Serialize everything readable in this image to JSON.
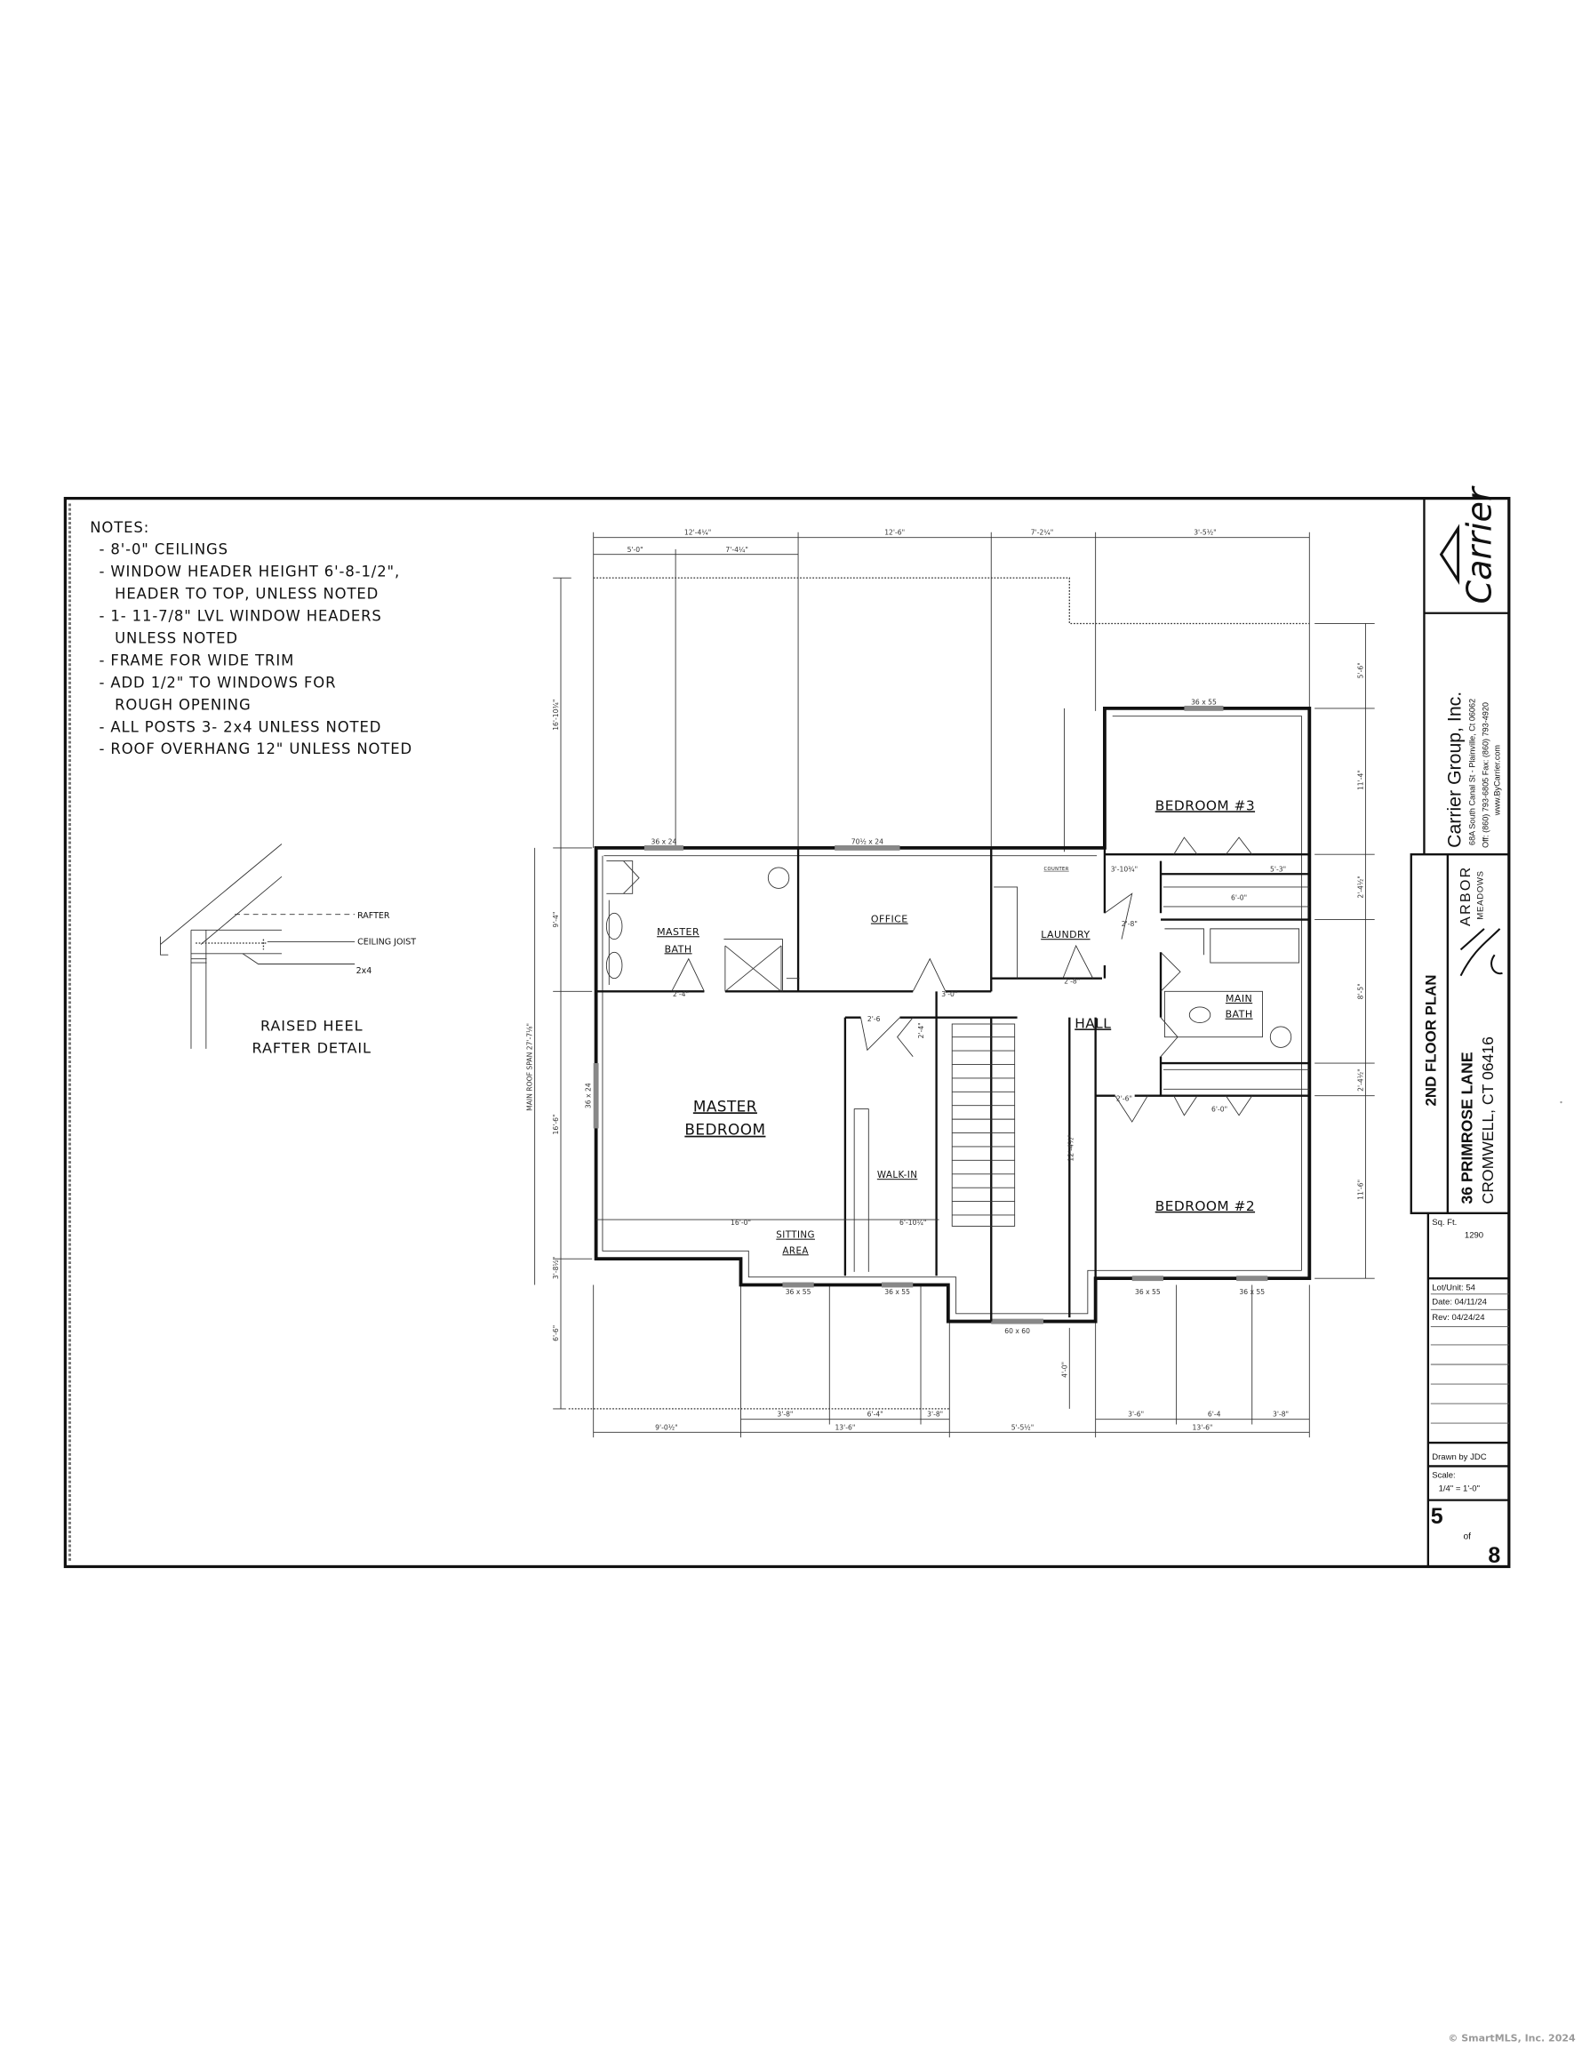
{
  "notes": {
    "title": "NOTES:",
    "lines": [
      "- 8'-0\" CEILINGS",
      "- WINDOW HEADER HEIGHT 6'-8-1/2\",",
      "HEADER TO TOP, UNLESS NOTED",
      "- 1- 11-7/8\" LVL WINDOW HEADERS",
      "UNLESS NOTED",
      "- FRAME FOR WIDE TRIM",
      "- ADD 1/2\" TO WINDOWS FOR",
      "ROUGH OPENING",
      "- ALL POSTS 3- 2x4 UNLESS NOTED",
      "- ROOF OVERHANG 12\" UNLESS NOTED"
    ]
  },
  "detail": {
    "rafter": "RAFTER",
    "ceiling_joist": "CEILING JOIST",
    "stud": "2x4",
    "title_1": "RAISED HEEL",
    "title_2": "RAFTER DETAIL"
  },
  "rooms": {
    "master_bath_1": "MASTER",
    "master_bath_2": "BATH",
    "office": "OFFICE",
    "laundry": "LAUNDRY",
    "hall": "HALL",
    "main_bath_1": "MAIN",
    "main_bath_2": "BATH",
    "bedroom3": "BEDROOM #3",
    "bedroom2": "BEDROOM #2",
    "master_bed_1": "MASTER",
    "master_bed_2": "BEDROOM",
    "walk_in": "WALK-IN",
    "sitting_1": "SITTING",
    "sitting_2": "AREA",
    "counter": "COUNTER"
  },
  "dims": {
    "top": [
      "12'-4¼\"",
      "12'-6\"",
      "7'-2¼\"",
      "3'-5½\"",
      "5'-0\"",
      "7'-4¼\""
    ],
    "left": [
      "16'-10¾\"",
      "9'-4\"",
      "16'-6\"",
      "3'-8½\"",
      "6'-6\"",
      "MAIN ROOF SPAN 27'-7⅛\""
    ],
    "right": [
      "5'-6\"",
      "11'-4\"",
      "2'-4½\"",
      "8'-5\"",
      "2'-4½\"",
      "11'-6\""
    ],
    "bottom_sub": [
      "3'-8\"",
      "6'-4\"",
      "3'-8\"",
      "3'-6\"",
      "6'-4",
      "3'-8\""
    ],
    "bottom": [
      "9'-0½\"",
      "13'-6\"",
      "5'-5½\"",
      "13'-6\"",
      "4'-0\""
    ],
    "windows": [
      "36 x 24",
      "70½ x 24",
      "36 x 55",
      "36 x 55",
      "36 x 55",
      "36 x 55",
      "36 x 55",
      "60 x 60",
      "36 x 24"
    ],
    "interior": [
      "16'-0\"",
      "6'-10¼\"",
      "2'-4\"",
      "3'-0\"",
      "2'-8\"",
      "2'-6",
      "3'-10¾\"",
      "5'-3\"",
      "6'-0\"",
      "6'-0\"",
      "12'-4½\"",
      "2'-8\"",
      "2'-6\"",
      "2'-4\""
    ]
  },
  "title_block": {
    "logo": "Carrier",
    "company": "Carrier Group, Inc.",
    "address": "68A South Canal St - Plainville, Ct 06062",
    "phone": "Off: (860) 793-6805  Fax: (860) 793-4920",
    "web": "www.ByCarrier.com",
    "sheet_title": "2ND FLOOR PLAN",
    "community_1": "ARBOR",
    "community_2": "MEADOWS",
    "street": "36 PRIMROSE LANE",
    "city": "CROMWELL, CT 06416",
    "sqft_label": "Sq. Ft.",
    "sqft": "1290",
    "lot": "Lot/Unit: 54",
    "date": "Date: 04/11/24",
    "rev": "Rev: 04/24/24",
    "drawn": "Drawn by JDC",
    "scale_label": "Scale:",
    "scale": "1/4\" = 1'-0\"",
    "sheet": "5",
    "of": "of",
    "total": "8"
  },
  "footer": "© SmartMLS, Inc.  2024"
}
